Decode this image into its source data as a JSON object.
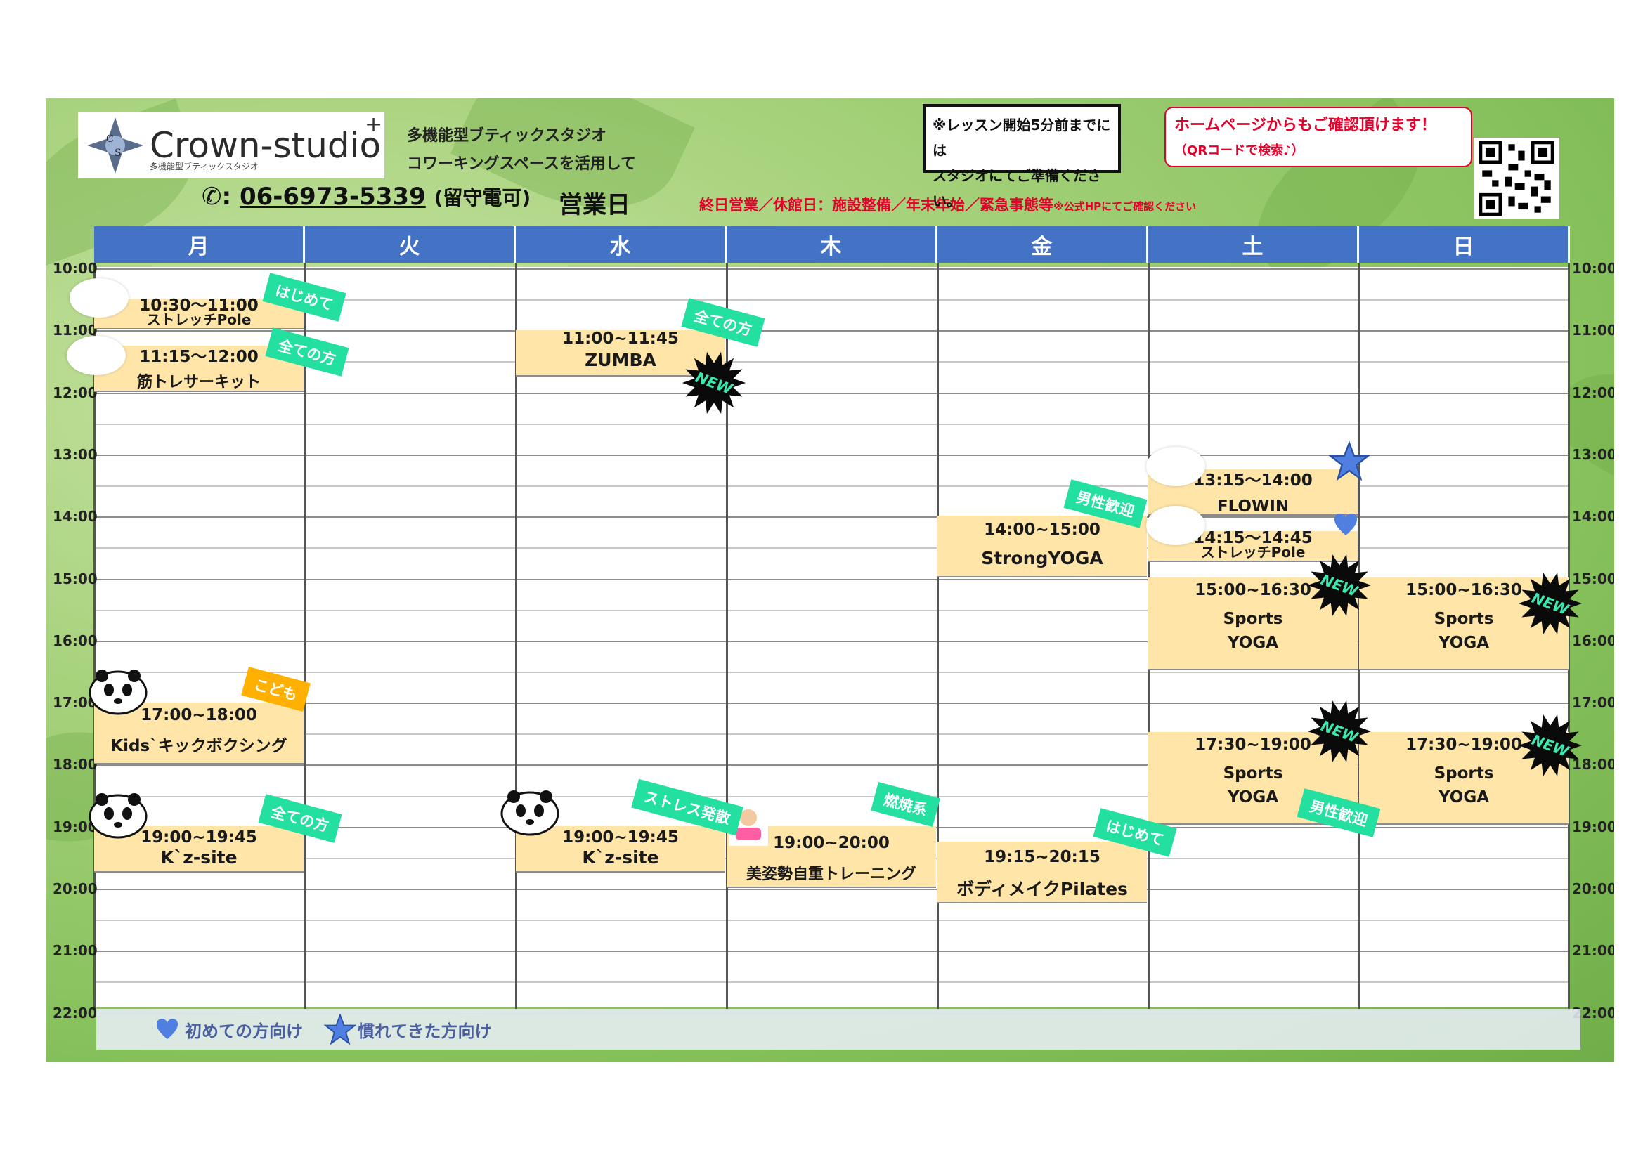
{
  "header": {
    "logo_text": "Crown-studio",
    "logo_plus": "+",
    "logo_sub": "多機能型ブティックスタジオ",
    "tagline_1": "多機能型ブティックスタジオ",
    "tagline_2": "コワーキングスペースを活用して",
    "phone_prefix": ":",
    "phone_number": "06-6973-5339",
    "phone_note": "(留守電可)",
    "hours_label": "営業日",
    "closure": "終日営業／休館日：施設整備／年末年始／緊急事態等",
    "closure_small": "※公式HPにてご確認ください",
    "notice_1": "※レッスン開始5分前までには",
    "notice_2": "スタジオにてご準備ください。",
    "callout_1": "ホームページからもご確認頂けます！",
    "callout_2": "（QRコードで検索♪）"
  },
  "days": [
    "月",
    "火",
    "水",
    "木",
    "金",
    "土",
    "日"
  ],
  "times": [
    "10:00",
    "11:00",
    "12:00",
    "13:00",
    "14:00",
    "15:00",
    "16:00",
    "17:00",
    "18:00",
    "19:00",
    "20:00",
    "21:00",
    "22:00"
  ],
  "events": [
    {
      "time": "10:30〜11:00",
      "name": "ストレッチPole"
    },
    {
      "time": "11:15〜12:00",
      "name": "筋トレサーキット"
    },
    {
      "time": "17:00~18:00",
      "name": "Kids`キックボクシング"
    },
    {
      "time": "19:00~19:45",
      "name": "K`z-site"
    },
    {
      "time": "11:00~11:45",
      "name": "ZUMBA"
    },
    {
      "time": "19:00~19:45",
      "name": "K`z-site"
    },
    {
      "time": "19:00~20:00",
      "name": "美姿勢自重トレーニング"
    },
    {
      "time": "14:00~15:00",
      "name": "StrongYOGA"
    },
    {
      "time": "19:15~20:15",
      "name": "ボディメイクPilates"
    },
    {
      "time": "13:15〜14:00",
      "name": "FLOWIN"
    },
    {
      "time": "14:15〜14:45",
      "name": "ストレッチPole"
    },
    {
      "time": "15:00~16:30",
      "name": "Sports",
      "name2": "YOGA"
    },
    {
      "time": "17:30~19:00",
      "name": "Sports",
      "name2": "YOGA"
    },
    {
      "time": "15:00~16:30",
      "name": "Sports",
      "name2": "YOGA"
    },
    {
      "time": "17:30~19:00",
      "name": "Sports",
      "name2": "YOGA"
    }
  ],
  "tags": [
    "はじめて",
    "全ての方",
    "こども",
    "全ての方",
    "全ての方",
    "ストレス発散",
    "燃焼系",
    "男性歓迎",
    "はじめて",
    "男性歓迎"
  ],
  "new_label": "NEW",
  "legend": {
    "beginner": "初めての方向け",
    "experienced": "慣れてきた方向け"
  },
  "colors": {
    "header_blue": "#4472c4",
    "event_fill": "#ffe6a8",
    "tag_green": "#23e0a0",
    "tag_orange": "#ffb000",
    "closure_red": "#e4002b"
  }
}
